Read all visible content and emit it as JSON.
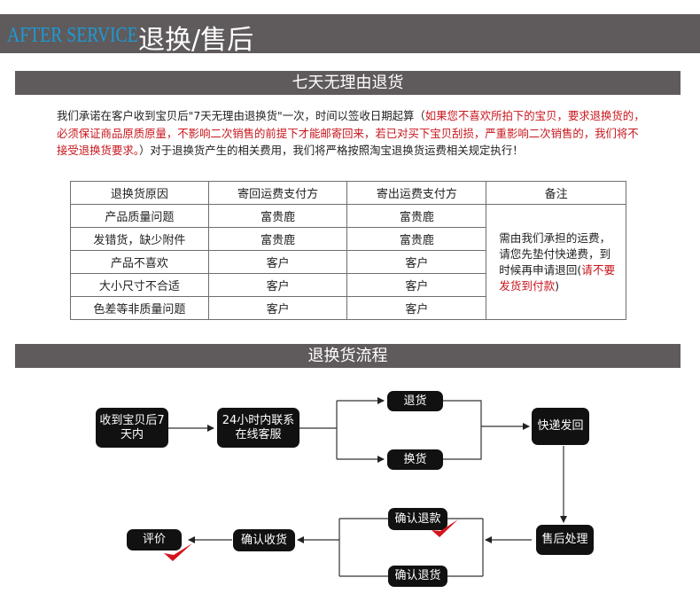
{
  "header": {
    "en": "AFTER SERVICE",
    "cn": "退换/售后"
  },
  "section1": {
    "title": "七天无理由退货"
  },
  "intro": {
    "p1": "我们承诺在客户收到宝贝后\"7天无理由退换货\"一次，时间以签收日期起算（",
    "red": "如果您不喜欢所拍下的宝贝，要求退换货的，必须保证商品原质原量，不影响二次销售的前提下才能邮寄回来，若已对买下宝贝刮损，严重影响二次销售的，我们将不接受退换货要求。",
    "p2": "）对于退换货产生的相关费用，我们将严格按照淘宝退换货运费相关规定执行！"
  },
  "table": {
    "headers": [
      "退换货原因",
      "寄回运费支付方",
      "寄出运费支付方",
      "备注"
    ],
    "rows": [
      [
        "产品质量问题",
        "富贵鹿",
        "富贵鹿"
      ],
      [
        "发错货，缺少附件",
        "富贵鹿",
        "富贵鹿"
      ],
      [
        "产品不喜欢",
        "客户",
        "客户"
      ],
      [
        "大小尺寸不合适",
        "客户",
        "客户"
      ],
      [
        "色差等非质量问题",
        "客户",
        "客户"
      ]
    ],
    "note": "需由我们承担的运费，请您先垫付快递费，到时候再申请退回(",
    "note_red": "请不要发货到付款",
    "note_end": ")"
  },
  "section2": {
    "title": "退换货流程"
  },
  "flow": {
    "receive": "收到宝贝后7天内",
    "contact": "24小时内联系在线客服",
    "return": "退货",
    "exchange": "换货",
    "ship_back": "快递发回",
    "after_sale": "售后处理",
    "confirm_refund": "确认退款",
    "confirm_return": "确认退货",
    "confirm_receipt": "确认收货",
    "review": "评价"
  }
}
